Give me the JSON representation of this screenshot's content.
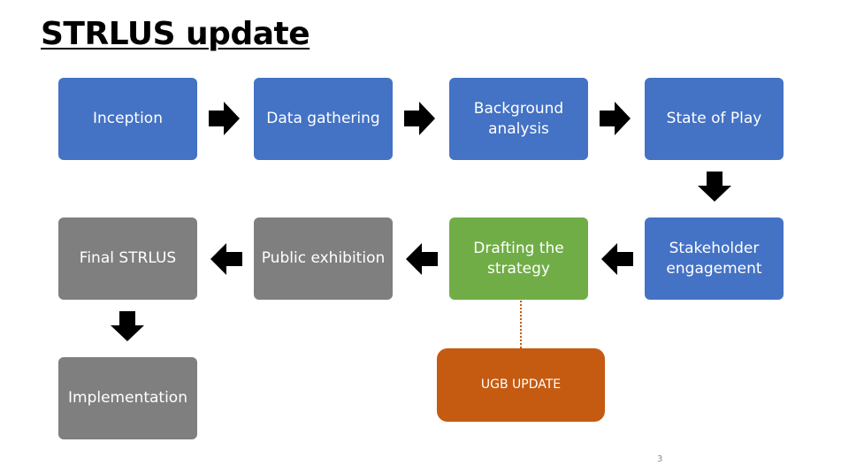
{
  "title": "STRLUS update",
  "colors": {
    "blue": "#4472c4",
    "green": "#70ad47",
    "gray": "#7f7f7f",
    "orange": "#c55a11",
    "arrow": "#000000"
  },
  "steps": {
    "inception": "Inception",
    "data_gathering": "Data gathering",
    "background_analysis": "Background\nanalysis",
    "state_of_play": "State of Play",
    "stakeholder_engagement": "Stakeholder\nengagement",
    "drafting_strategy": "Drafting the\nstrategy",
    "public_exhibition": "Public exhibition",
    "final_strlus": "Final STRLUS",
    "implementation": "Implementation",
    "ugb_update": "UGB UPDATE"
  },
  "page_number": "3"
}
